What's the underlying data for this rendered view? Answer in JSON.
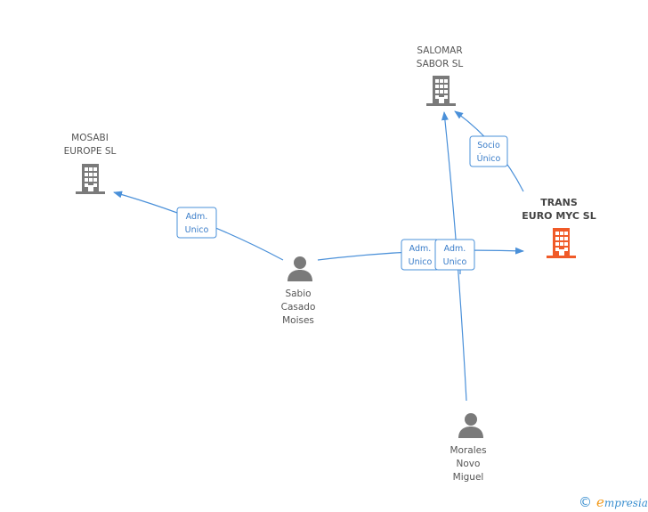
{
  "nodes": {
    "salomar": {
      "line1": "SALOMAR",
      "line2": "SABOR SL"
    },
    "mosabi": {
      "line1": "MOSABI",
      "line2": "EUROPE  SL"
    },
    "trans": {
      "line1": "TRANS",
      "line2": "EURO MYC SL"
    },
    "sabio": {
      "line1": "Sabio",
      "line2": "Casado",
      "line3": "Moises"
    },
    "morales": {
      "line1": "Morales",
      "line2": "Novo",
      "line3": "Miguel"
    }
  },
  "edges": {
    "sabio_mosabi": {
      "line1": "Adm.",
      "line2": "Unico"
    },
    "sabio_trans": {
      "line1": "Adm.",
      "line2": "Unico"
    },
    "morales_trans": {
      "line1": "Adm.",
      "line2": "Unico"
    },
    "trans_salomar": {
      "line1": "Socio",
      "line2": "Único"
    }
  },
  "colors": {
    "company": "#7a7a7a",
    "focus_company": "#f05a28",
    "person": "#7a7a7a",
    "edge": "#4a90d9"
  },
  "icons": {
    "company": "building-icon",
    "person": "person-icon"
  },
  "brand": {
    "copyright": "©",
    "initial": "e",
    "rest": "mpresia"
  }
}
